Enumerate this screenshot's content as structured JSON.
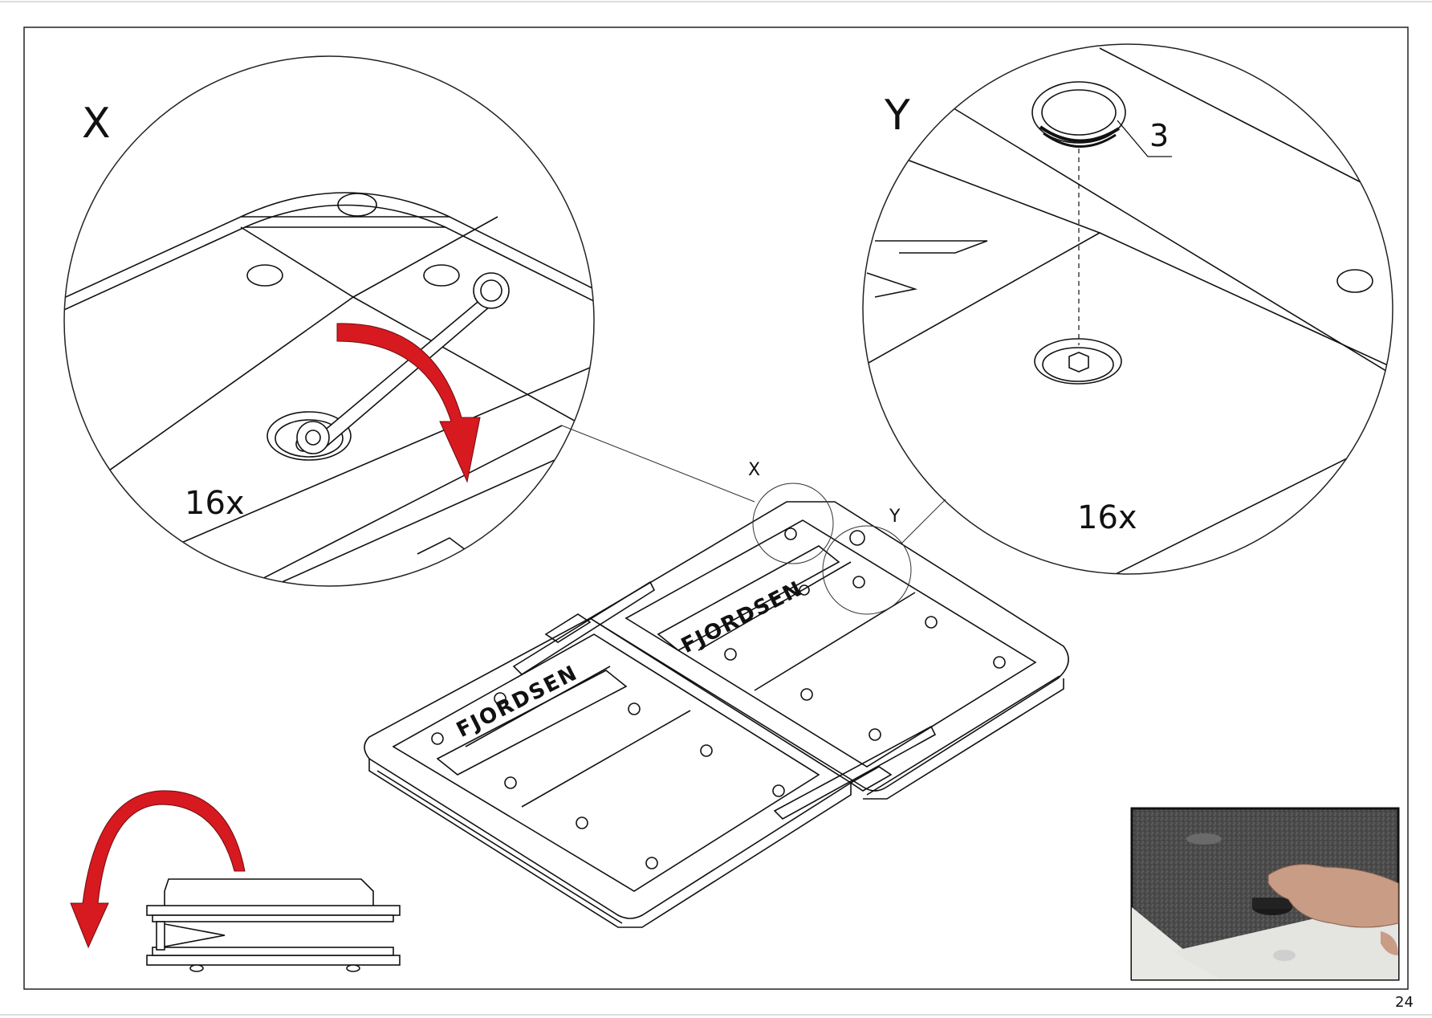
{
  "detail_x": {
    "label": "X",
    "count": "16x"
  },
  "detail_y": {
    "label": "Y",
    "count": "16x",
    "part_number": "3"
  },
  "overview": {
    "callout_x": "X",
    "callout_y": "Y",
    "brand": "FJORDSEN"
  },
  "page_number": "24",
  "colors": {
    "arrow": "#d71920",
    "line": "#111111",
    "photo_bg": "#5b5b5b"
  }
}
